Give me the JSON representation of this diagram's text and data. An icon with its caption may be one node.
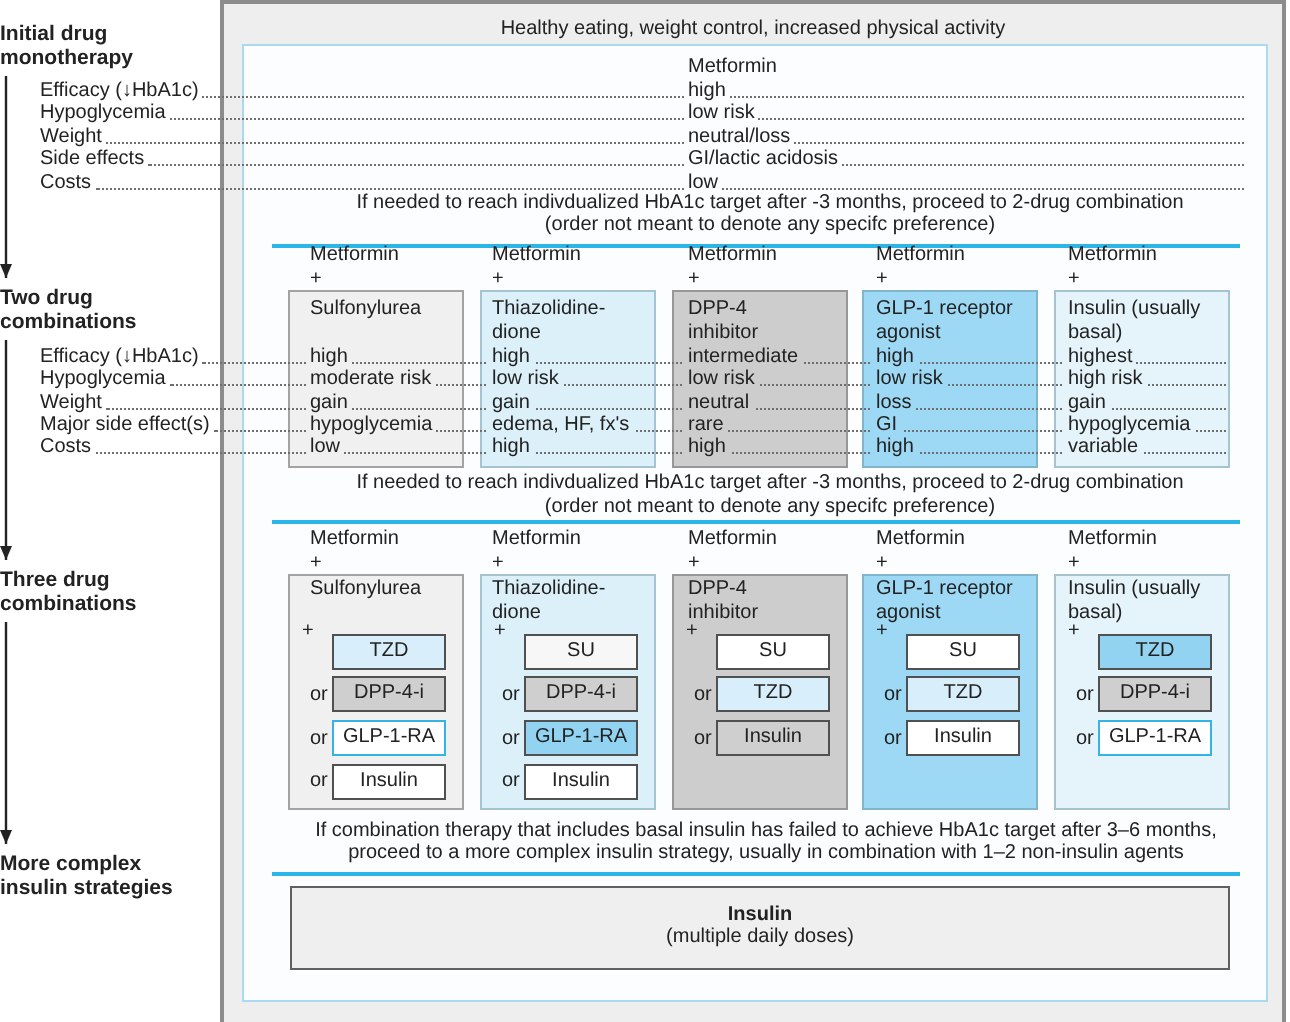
{
  "diagram": {
    "nodes": [
      {
        "text": [
          "Initial drug monotherapy"
        ]
      },
      {
        "text": [
          "Healthy eating, weight control, increased physical activity"
        ]
      },
      {
        "text": [
          "Two drug combinations"
        ]
      },
      {
        "text": [
          "Sulfonylurea",
          "high",
          "moderate risk",
          "gain",
          "hypoglycemia",
          "low"
        ],
        "beside": [
          "Metformin +"
        ],
        "in": 1
      },
      {
        "text": [
          "Thiazolidine-dione",
          "high",
          "low risk",
          "gain",
          "edema, HF, fx's",
          "high"
        ],
        "beside": [
          "Metformin +"
        ],
        "in": 1
      },
      {
        "text": [
          "DPP-4 inhibitor",
          "intermediate",
          "low risk",
          "neutral",
          "rare",
          "high"
        ],
        "beside": [
          "Metformin +"
        ],
        "in": 1
      },
      {
        "text": [
          "GLP-1 receptor agonist",
          "high",
          "low risk",
          "loss",
          "GI",
          "high"
        ],
        "beside": [
          "Metformin +"
        ],
        "in": 1
      },
      {
        "text": [
          "Insulin (usually basal)",
          "highest",
          "high risk",
          "gain",
          "hypoglycemia",
          "variable"
        ],
        "beside": [
          "Metformin +"
        ],
        "in": 1
      },
      {
        "text": [
          "Three drug combinations"
        ]
      },
      {
        "text": [
          "Sulfonylurea"
        ],
        "beside": [
          "Metformin +"
        ],
        "in": 1
      },
      {
        "text": [
          "TZD"
        ],
        "beside": [
          "+"
        ],
        "in": 9
      },
      {
        "text": [
          "DPP-4-i"
        ],
        "beside": [
          "or"
        ],
        "in": 9
      },
      {
        "text": [
          "GLP-1-RA"
        ],
        "beside": [
          "or"
        ],
        "in": 9
      },
      {
        "text": [
          "Insulin"
        ],
        "beside": [
          "or"
        ],
        "in": 9
      },
      {
        "text": [
          "Thiazolidine-dione"
        ],
        "beside": [
          "Metformin +"
        ],
        "in": 1
      },
      {
        "text": [
          "SU"
        ],
        "beside": [
          "+"
        ],
        "in": 14
      },
      {
        "text": [
          "DPP-4-i"
        ],
        "beside": [
          "or"
        ],
        "in": 14
      },
      {
        "text": [
          "GLP-1-RA"
        ],
        "beside": [
          "or"
        ],
        "in": 14
      },
      {
        "text": [
          "Insulin"
        ],
        "beside": [
          "or"
        ],
        "in": 14
      },
      {
        "text": [
          "DPP-4 inhibitor"
        ],
        "beside": [
          "Metformin +"
        ],
        "in": 1
      },
      {
        "text": [
          "SU"
        ],
        "beside": [
          "+"
        ],
        "in": 19
      },
      {
        "text": [
          "TZD"
        ],
        "beside": [
          "or"
        ],
        "in": 19
      },
      {
        "text": [
          "Insulin"
        ],
        "beside": [
          "or"
        ],
        "in": 19
      },
      {
        "text": [
          "GLP-1 receptor agonist"
        ],
        "beside": [
          "Metformin +"
        ],
        "in": 1
      },
      {
        "text": [
          "SU"
        ],
        "beside": [
          "+"
        ],
        "in": 23
      },
      {
        "text": [
          "TZD"
        ],
        "beside": [
          "or"
        ],
        "in": 23
      },
      {
        "text": [
          "Insulin"
        ],
        "beside": [
          "or"
        ],
        "in": 23
      },
      {
        "text": [
          "Insulin (usually basal)"
        ],
        "beside": [
          "Metformin +"
        ],
        "in": 1
      },
      {
        "text": [
          "TZD"
        ],
        "beside": [
          "+"
        ],
        "in": 27
      },
      {
        "text": [
          "DPP-4-i"
        ],
        "beside": [
          "or"
        ],
        "in": 27
      },
      {
        "text": [
          "GLP-1-RA"
        ],
        "beside": [
          "or"
        ],
        "in": 27
      },
      {
        "text": [
          "More complex insulin strategies"
        ]
      },
      {
        "text": [
          "Insulin",
          "(multiple daily doses)"
        ],
        "in": 1
      }
    ],
    "edges": [
      {
        "from": 0,
        "to": 2,
        "arrow": "to"
      },
      {
        "from": 2,
        "to": 8,
        "arrow": "to"
      },
      {
        "from": 8,
        "to": 31,
        "arrow": "to"
      }
    ],
    "labels": [
      "Metformin",
      "Efficacy (↓HbA1c)",
      "high",
      "Hypoglycemia",
      "low risk",
      "Weight",
      "neutral/loss",
      "Side effects",
      "GI/lactic acidosis",
      "Costs",
      "low",
      "If needed to reach indivdualized HbA1c target after -3 months, proceed to 2-drug combination (order not meant to denote any specifc preference)",
      "Efficacy (↓HbA1c)",
      "Hypoglycemia",
      "Weight",
      "Major side effect(s)",
      "Costs",
      "If needed to reach indivdualized HbA1c target after -3 months, proceed to 2-drug combination (order not meant to denote any specifc preference)",
      "If combination therapy that includes basal insulin has failed to achieve HbA1c target after 3–6 months, proceed to a more complex insulin strategy, usually in combination with 1–2 non-insulin agents"
    ]
  }
}
